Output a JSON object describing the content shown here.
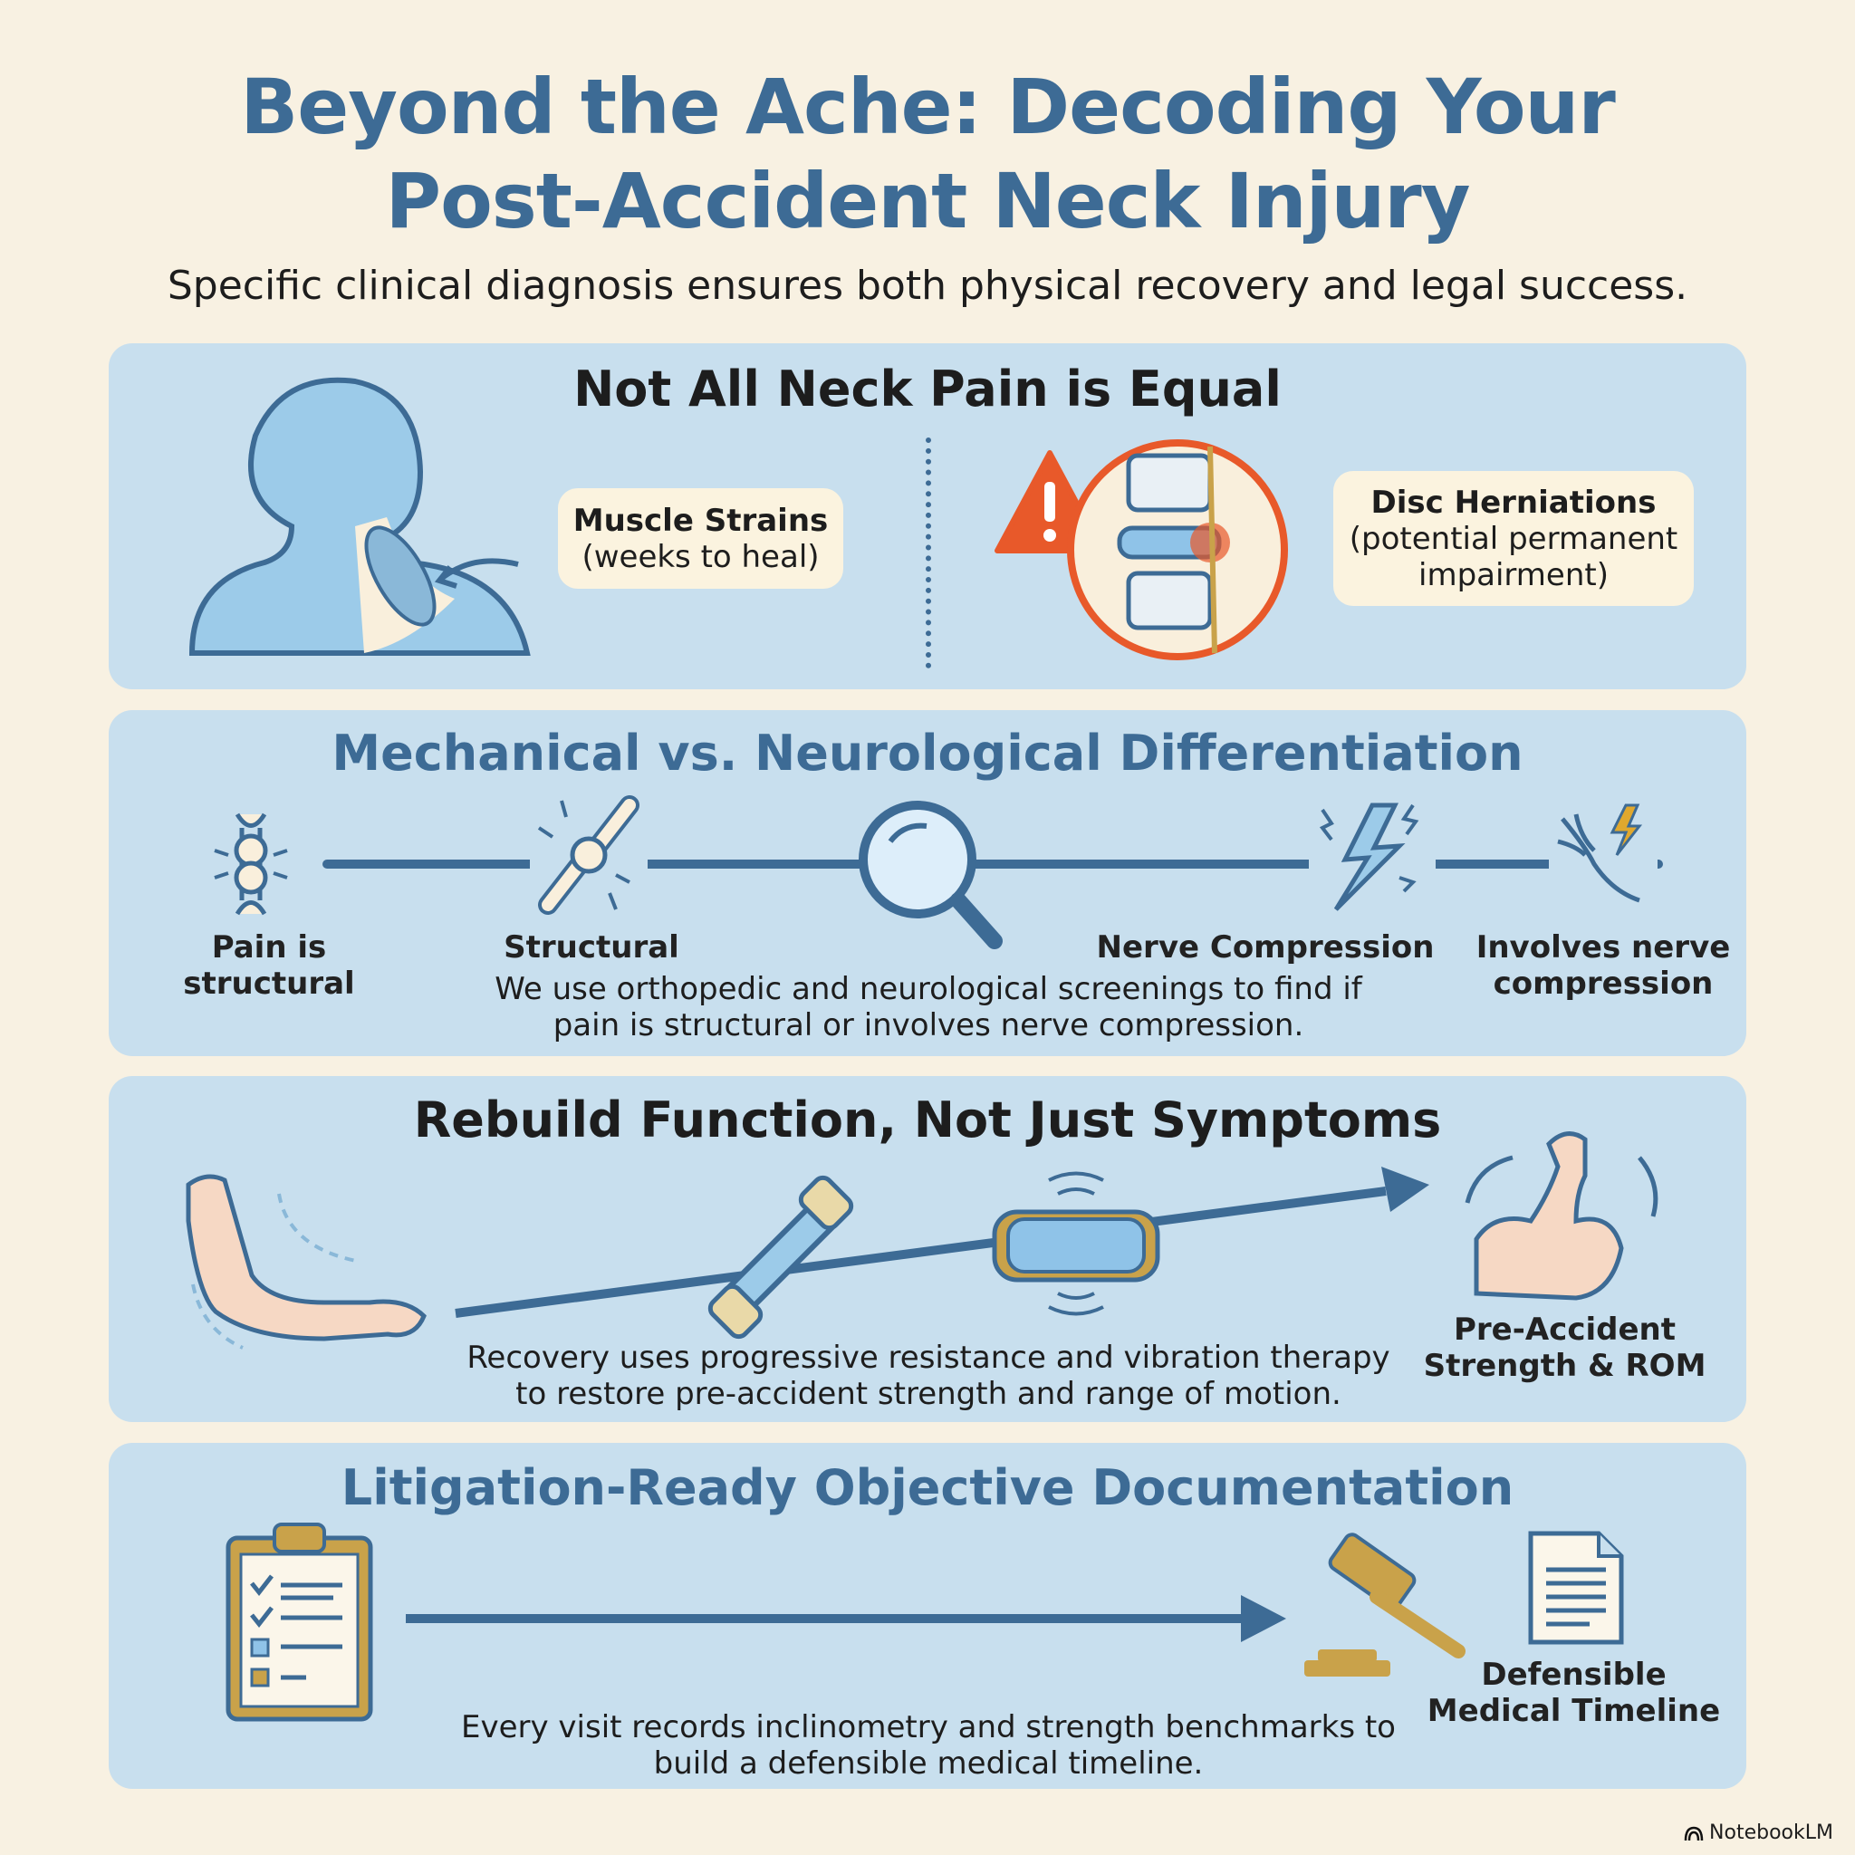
{
  "header": {
    "title_line1": "Beyond the Ache: Decoding Your",
    "title_line2": "Post-Accident Neck Injury",
    "subtitle": "Specific clinical diagnosis ensures both physical recovery and legal success."
  },
  "sections": [
    {
      "heading": "Not All Neck Pain is Equal",
      "left_bubble": {
        "title": "Muscle Strains",
        "detail": "(weeks to heal)"
      },
      "right_bubble": {
        "title": "Disc Herniations",
        "detail": "(potential permanent impairment)"
      },
      "icons": [
        "head-silhouette",
        "muscle",
        "warning-triangle",
        "spine-disc"
      ]
    },
    {
      "heading": "Mechanical vs. Neurological Differentiation",
      "steps": [
        {
          "label": "Pain is structural",
          "icon": "joint"
        },
        {
          "label": "Structural",
          "icon": "joint-pain"
        },
        {
          "label": "",
          "icon": "magnifying-glass"
        },
        {
          "label": "Nerve Compression",
          "icon": "lightning"
        },
        {
          "label": "Involves nerve compression",
          "icon": "nerve"
        }
      ],
      "description": "We use orthopedic and neurological screenings to find if pain is structural or involves nerve compression."
    },
    {
      "heading": "Rebuild Function, Not Just Symptoms",
      "goal_label": "Pre-Accident Strength & ROM",
      "icons": [
        "arm",
        "hand-grip",
        "vibration-plate",
        "flexed-bicep"
      ],
      "description": "Recovery uses progressive resistance and vibration therapy to restore pre-accident strength and range of motion."
    },
    {
      "heading": "Litigation-Ready Objective Documentation",
      "goal_label": "Defensible Medical Timeline",
      "icons": [
        "clipboard-checklist",
        "gavel",
        "document"
      ],
      "description": "Every visit records inclinometry and strength benchmarks to build a defensible medical timeline."
    }
  ],
  "watermark": "NotebookLM",
  "colors": {
    "background": "#f8f1e2",
    "panel": "#c8dfee",
    "heading_blue": "#3d6b95",
    "alert": "#e8592a",
    "gold": "#c9a24a"
  }
}
